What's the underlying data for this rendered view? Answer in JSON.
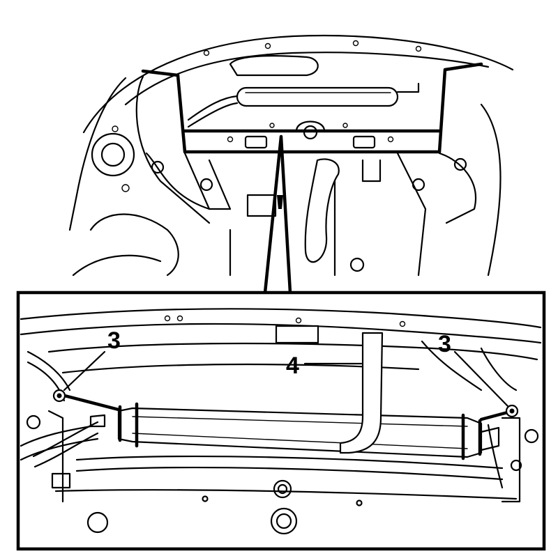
{
  "callouts": [
    {
      "label": "3"
    },
    {
      "label": "3"
    },
    {
      "label": "4"
    }
  ]
}
